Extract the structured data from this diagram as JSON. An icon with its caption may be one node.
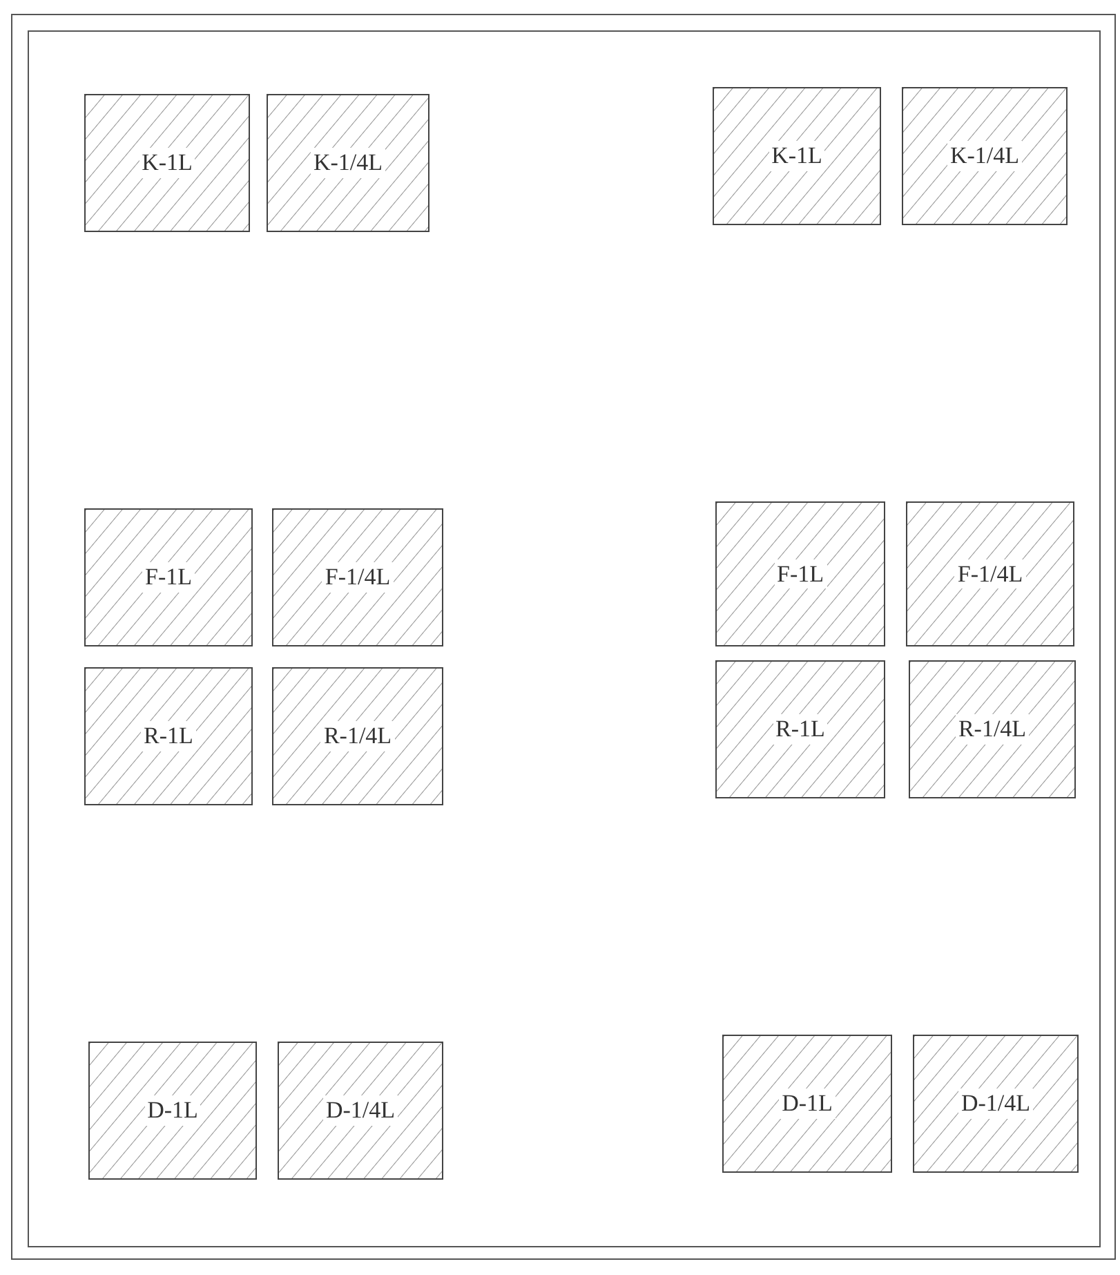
{
  "diagram": {
    "nodes": [
      {
        "text": [],
        "shape": "box"
      },
      {
        "text": [
          "K-1L"
        ],
        "in": 0
      },
      {
        "text": [
          "K-1/4L"
        ],
        "in": 0
      },
      {
        "text": [
          "K-1L"
        ],
        "in": 0
      },
      {
        "text": [
          "K-1/4L"
        ],
        "in": 0
      },
      {
        "text": [
          "F-1L"
        ],
        "in": 0
      },
      {
        "text": [
          "F-1/4L"
        ],
        "in": 0
      },
      {
        "text": [
          "F-1L"
        ],
        "in": 0
      },
      {
        "text": [
          "F-1/4L"
        ],
        "in": 0
      },
      {
        "text": [
          "R-1L"
        ],
        "in": 0
      },
      {
        "text": [
          "R-1/4L"
        ],
        "in": 0
      },
      {
        "text": [
          "R-1L"
        ],
        "in": 0
      },
      {
        "text": [
          "R-1/4L"
        ],
        "in": 0
      },
      {
        "text": [
          "D-1L"
        ],
        "in": 0
      },
      {
        "text": [
          "D-1/4L"
        ],
        "in": 0
      },
      {
        "text": [
          "D-1L"
        ],
        "in": 0
      },
      {
        "text": [
          "D-1/4L"
        ],
        "in": 0
      }
    ]
  }
}
